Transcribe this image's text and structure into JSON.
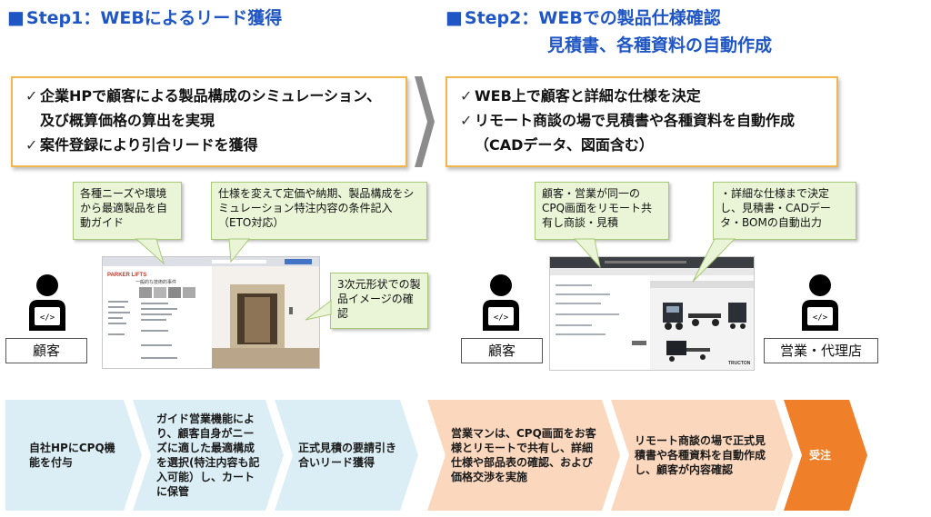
{
  "step1": {
    "marker": "■",
    "title": "Step1：WEBによるリード獲得",
    "summary": {
      "lines": [
        {
          "check": "✓",
          "text": "企業HPで顧客による製品構成のシミュレーション、"
        },
        {
          "check": "",
          "text": "及び概算価格の算出を実現"
        },
        {
          "check": "✓",
          "text": "案件登録により引合リードを獲得"
        }
      ]
    },
    "callouts": [
      "各種ニーズや環境から最適製品を自動ガイド",
      "仕様を変えて定価や納期、製品構成をシミュレーション特注内容の条件記入（ETO対応）",
      "3次元形状での製品イメージの確認"
    ],
    "person_label": "顧客",
    "screenshot": {
      "brand": "PARKER LIFTS",
      "heading": "一般的な技術的事件"
    }
  },
  "step2": {
    "marker": "■",
    "title_line1": "Step2：WEBでの製品仕様確認",
    "title_line2": "見積書、各種資料の自動作成",
    "summary": {
      "lines": [
        {
          "check": "✓",
          "text": "WEB上で顧客と詳細な仕様を決定"
        },
        {
          "check": "✓",
          "text": "リモート商談の場で見積書や各種資料を自動作成"
        },
        {
          "check": "",
          "text": "（CADデータ、図面含む）"
        }
      ]
    },
    "callouts": [
      "顧客・営業が同一のCPQ画面をリモート共有し商談・見積",
      "・詳細な仕様まで決定し、見積書・CADデータ・BOMの自動出力"
    ],
    "person_left_label": "顧客",
    "person_right_label": "営業・代理店",
    "screenshot": {
      "brand": "TRUCTON"
    }
  },
  "process": [
    {
      "text": "自社HPにCPQ機能を付与",
      "style": "blue"
    },
    {
      "text": "ガイド営業機能により、顧客自身がニーズに適した最適構成を選択(特注内容も記入可能）し、カートに保管",
      "style": "blue"
    },
    {
      "text": "正式見積の要請引き合いリード獲得",
      "style": "blue"
    },
    {
      "text": "営業マンは、CPQ画面をお客様とリモートで共有し、詳細仕様や部品表の確認、および価格交渉を実施",
      "style": "peach"
    },
    {
      "text": "リモート商談の場で正式見積書や各種資料を自動作成し、顧客が内容確認",
      "style": "peach"
    },
    {
      "text": "受注",
      "style": "orange"
    }
  ],
  "colors": {
    "title_blue": "#1f56c4",
    "summary_border": "#f3b64d",
    "callout_fill": "#e9f5d6",
    "process_blue": "#dbeef5",
    "process_peach": "#fbd7bd",
    "process_orange": "#f07f2a"
  }
}
